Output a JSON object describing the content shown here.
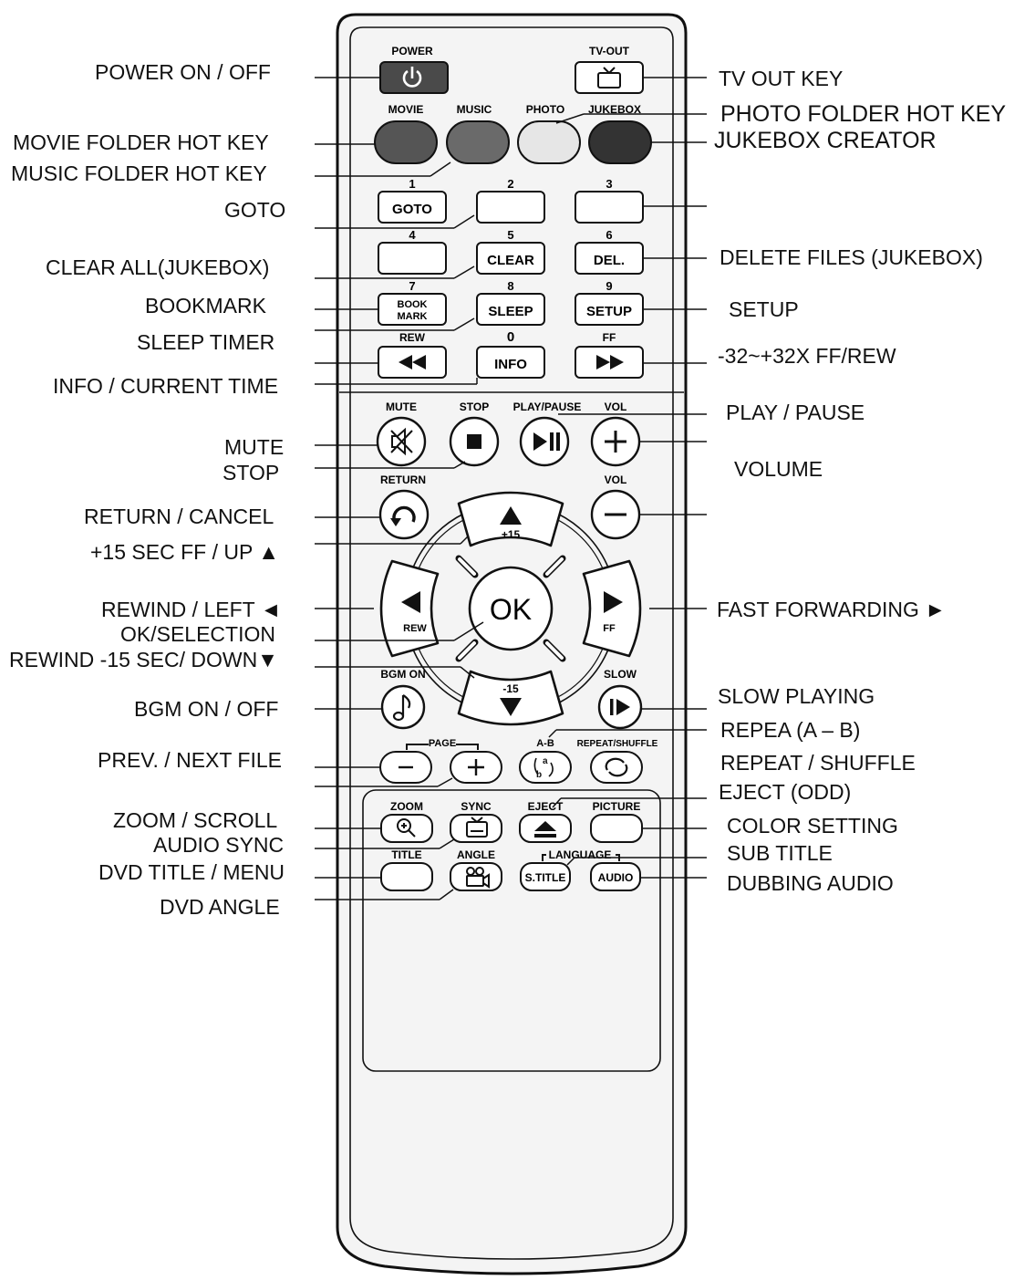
{
  "remote": {
    "top_labels": {
      "power": "POWER",
      "tv_out": "TV-OUT",
      "movie": "MOVIE",
      "music": "MUSIC",
      "photo": "PHOTO",
      "jukebox": "JUKEBOX"
    },
    "numbers": [
      "1",
      "2",
      "3",
      "4",
      "5",
      "6",
      "7",
      "8",
      "9",
      "0"
    ],
    "keys": {
      "goto": "GOTO",
      "clear": "CLEAR",
      "del": "DEL.",
      "book": "BOOK",
      "mark": "MARK",
      "sleep": "SLEEP",
      "setup": "SETUP",
      "info": "INFO",
      "s_title": "S.TITLE",
      "audio": "AUDIO",
      "ok": "OK"
    },
    "labels": {
      "rew": "REW",
      "ff": "FF",
      "mute": "MUTE",
      "stop": "STOP",
      "play_pause": "PLAY/PAUSE",
      "vol_up": "VOL",
      "vol_down": "VOL",
      "return": "RETURN",
      "plus15": "+15",
      "minus15": "-15",
      "nav_rew": "REW",
      "nav_ff": "FF",
      "bgm_on": "BGM ON",
      "slow": "SLOW",
      "page": "PAGE",
      "a_b": "A-B",
      "repeat_shuffle": "REPEAT/SHUFFLE",
      "zoom": "ZOOM",
      "sync": "SYNC",
      "eject": "EJECT",
      "picture": "PICTURE",
      "title": "TITLE",
      "angle": "ANGLE",
      "language": "LANGUAGE"
    }
  },
  "callouts": {
    "power": "POWER ON / OFF",
    "tv_out": "TV OUT KEY",
    "photo": "PHOTO FOLDER HOT KEY",
    "jukebox": "JUKEBOX CREATOR",
    "movie": "MOVIE FOLDER HOT KEY",
    "music": "MUSIC FOLDER HOT KEY",
    "goto": "GOTO",
    "clear_all": "CLEAR ALL(JUKEBOX)",
    "delete": "DELETE FILES (JUKEBOX)",
    "bookmark": "BOOKMARK",
    "setup": "SETUP",
    "sleep": "SLEEP TIMER",
    "ff_rew": "-32~+32X FF/REW",
    "info": "INFO / CURRENT TIME",
    "play_pause": "PLAY / PAUSE",
    "mute": "MUTE",
    "stop": "STOP",
    "volume": "VOLUME",
    "return": "RETURN / CANCEL",
    "up": "+15 SEC FF / UP ▲",
    "left": "REWIND / LEFT ◄",
    "right": "FAST FORWARDING ►",
    "ok": "OK/SELECTION",
    "down": "REWIND -15 SEC/ DOWN▼",
    "bgm": "BGM ON / OFF",
    "slow": "SLOW PLAYING",
    "ab": "REPEA (A – B)",
    "prev_next": "PREV. / NEXT FILE",
    "repeat": "REPEAT / SHUFFLE",
    "eject": "EJECT (ODD)",
    "zoom": "ZOOM / SCROLL",
    "color": "COLOR SETTING",
    "audio_sync": "AUDIO SYNC",
    "sub_title": "SUB TITLE",
    "dvd_title": "DVD TITLE / MENU",
    "dubbing": "DUBBING AUDIO",
    "angle": "DVD ANGLE"
  }
}
